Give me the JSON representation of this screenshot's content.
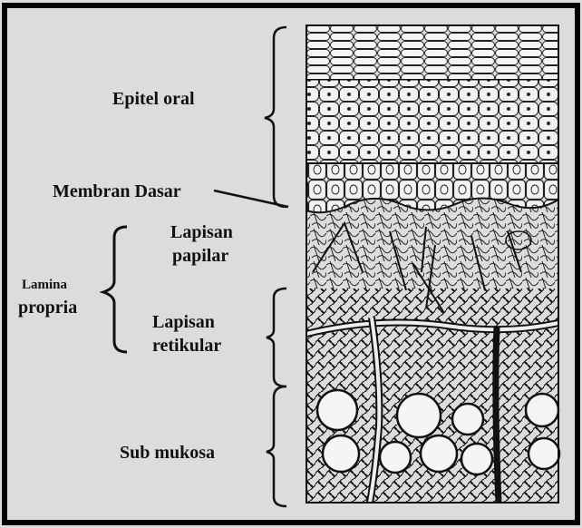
{
  "labels": {
    "epitel_oral": "Epitel oral",
    "membran_dasar": "Membran Dasar",
    "lapisan_papilar_1": "Lapisan",
    "lapisan_papilar_2": "papilar",
    "lamina": "Lamina",
    "propria": "propria",
    "lapisan_retikular_1": "Lapisan",
    "lapisan_retikular_2": "retikular",
    "sub_mukosa": "Sub mukosa"
  }
}
